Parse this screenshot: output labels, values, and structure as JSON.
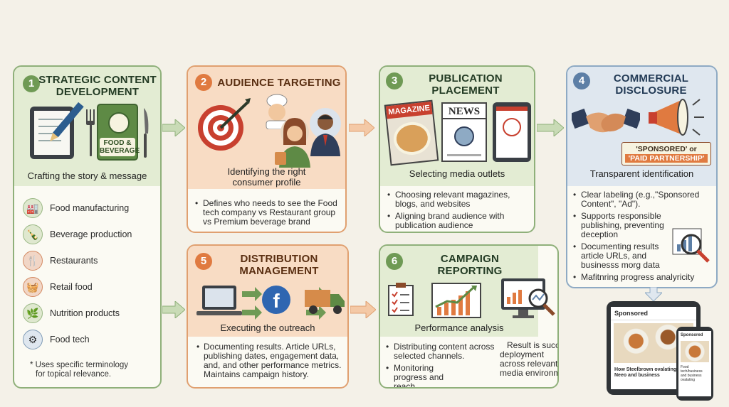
{
  "card1": {
    "number": "1",
    "title_line1": "Strategic Content",
    "title_line2": "Development",
    "badge_line1": "FOOD &",
    "badge_line2": "BEVERAGE",
    "subtitle": "Crafting the story & message",
    "sectors": [
      {
        "icon": "factory-icon",
        "label": "Food manufacturing"
      },
      {
        "icon": "bottle-icon",
        "label": "Beverage production"
      },
      {
        "icon": "cutlery-icon",
        "label": "Restaurants"
      },
      {
        "icon": "basket-icon",
        "label": "Retail food"
      },
      {
        "icon": "leaf-icon",
        "label": "Nutrition products"
      },
      {
        "icon": "gear-icon",
        "label": "Food tech"
      }
    ],
    "footnote_line1": "* Uses specific terminology",
    "footnote_line2": "for topical relevance."
  },
  "card2": {
    "number": "2",
    "title": "Audience Targeting",
    "subtitle_line1": "Identifying the right",
    "subtitle_line2": "consumer profile",
    "bullets": [
      "Defines who needs to see the Food tech company vs Restaurant group vs Premium beverage brand"
    ]
  },
  "card3": {
    "number": "3",
    "title_line1": "Publication",
    "title_line2": "Placement",
    "magazine_label": "MAGAZINE",
    "news_label": "NEWS",
    "subtitle": "Selecting media outlets",
    "bullets": [
      "Choosing relevant magazines, blogs, and websites",
      "Aligning brand audience with publication audience"
    ]
  },
  "card4": {
    "number": "4",
    "title_line1": "Commercial",
    "title_line2": "Disclosure",
    "tag_line1": "'SPONSORED' or",
    "tag_line2": "'PAID PARTNERSHIP'",
    "subtitle": "Transparent identification",
    "bullets": [
      "Clear labeling (e.g.,\"Sponsored Content\", \"Ad\").",
      "Supports responsible publishing, preventing deception",
      "Documenting results article URLs, and businesss morg data",
      "Mafitnring progress analyricity"
    ]
  },
  "card5": {
    "number": "5",
    "title_line1": "Distribution",
    "title_line2": "Management",
    "facebook_letter": "f",
    "subtitle": "Executing the outreach",
    "body": "Documenting results. Article URLs, publishing dates, engagement data, and, and other performance metrics. Maintains campaign history."
  },
  "card6": {
    "number": "6",
    "title_line1": "Campaign",
    "title_line2": "Reporting",
    "subtitle": "Performance analysis",
    "bullets": [
      "Distributing content across selected channels.",
      "Monitoring progress and reach."
    ],
    "result_line1": "Result is successful",
    "result_line2": "deployment",
    "result_line3": "across relevant UK",
    "result_line4": "media environments."
  },
  "device": {
    "tablet_label": "Sponsored",
    "tablet_caption_line1": "How Steelbrown ovalating",
    "tablet_caption_line2": "Neeo and business",
    "phone_label": "Sponsored",
    "phone_caption": "Food tech/business and business ovalating"
  },
  "colors": {
    "green": "#8fb07a",
    "orange": "#e0a070",
    "blue": "#8eaac4",
    "background": "#f4f1e8"
  }
}
